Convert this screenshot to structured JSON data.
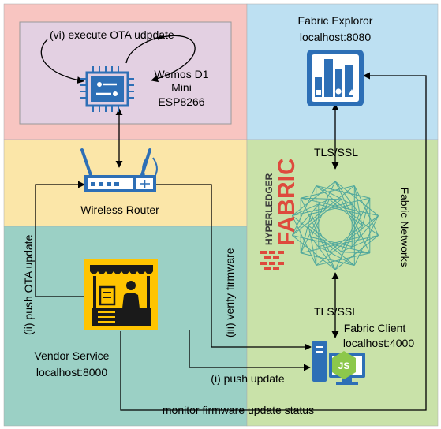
{
  "diagram": {
    "device": {
      "name_line1": "Wemos D1",
      "name_line2": "Mini",
      "name_line3": "ESP8266",
      "step": "(vi) execute OTA udpdate"
    },
    "router": {
      "name": "Wireless Router"
    },
    "explorer": {
      "name": "Fabric Exploror",
      "address": "localhost:8080"
    },
    "network": {
      "name": "Fabric Networks",
      "tls_top": "TLS/SSL",
      "tls_bottom": "TLS/SSL"
    },
    "hyperledger_logo": {
      "line1": "HYPERLEDGER",
      "line2": "FABRIC"
    },
    "client": {
      "name": "Fabric Client",
      "address": "localhost:4000",
      "logo_text": "JS"
    },
    "vendor": {
      "name": "Vendor Service",
      "address": "localhost:8000"
    },
    "steps": {
      "push_ota": "(ii) push OTA update",
      "verify": "(iii) verify firmware",
      "push_update": "(i) push update",
      "monitor": "monitor firmware update status"
    },
    "colors": {
      "device_zone": "#f8c5c1",
      "router_zone": "#fbe6a8",
      "vendor_zone": "#9bd0c5",
      "explorer_zone": "#bde0f2",
      "network_zone": "#c9e2a9",
      "device_box": "#e3d0e2",
      "icon_blue": "#2d6fb6",
      "vendor_yellow": "#ffc400",
      "network_teal": "#4fa79c",
      "fabric_red": "#de4a3d",
      "node_green": "#8cc84b"
    }
  }
}
